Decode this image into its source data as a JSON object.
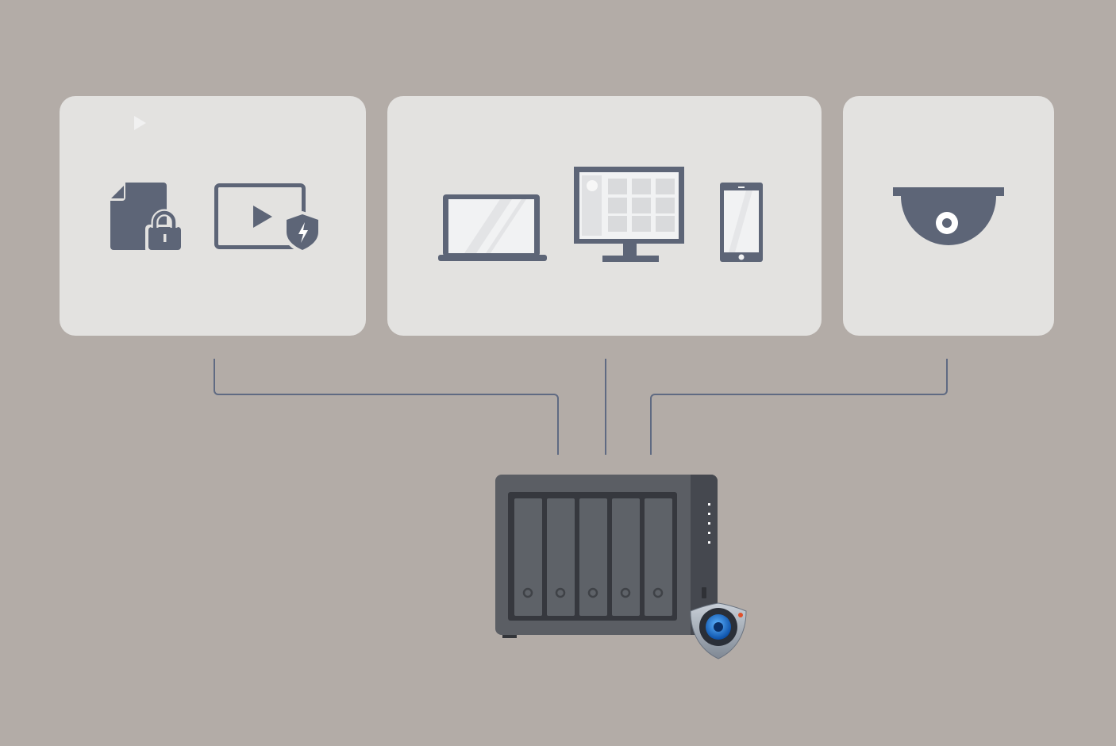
{
  "colors": {
    "background": "#b3aca7",
    "card": "#e3e2e0",
    "icon": "#5d6577",
    "connector": "#5f6a82",
    "nas_body": "#5b5e64",
    "nas_panel": "#45484f",
    "nas_bay": "#5e6268",
    "nas_frame": "#36383e",
    "badge_accent": "#1f7ad6"
  },
  "groups": [
    {
      "id": "data-protection",
      "icons": [
        "locked-file-icon",
        "protected-video-icon"
      ]
    },
    {
      "id": "clients",
      "icons": [
        "laptop-icon",
        "desktop-monitor-icon",
        "smartphone-icon"
      ]
    },
    {
      "id": "cameras",
      "icons": [
        "dome-camera-icon"
      ]
    }
  ],
  "hub": {
    "device": "nas-5-bay",
    "drive_bays": 5,
    "status_leds": 5,
    "badge": "surveillance-station-icon"
  }
}
